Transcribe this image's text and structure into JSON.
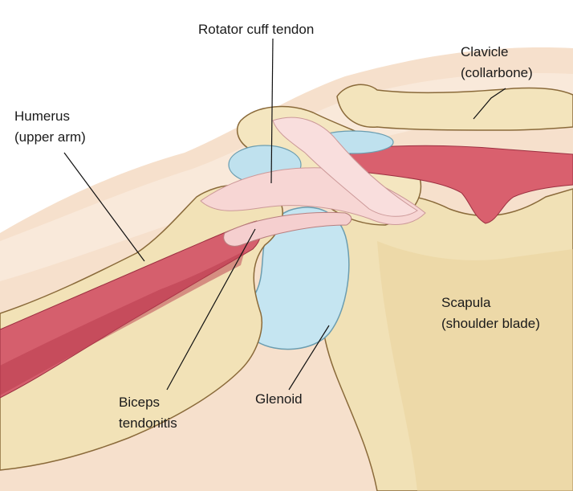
{
  "labels": {
    "rotator_cuff": "Rotator cuff tendon",
    "clavicle_line1": "Clavicle",
    "clavicle_line2": "(collarbone)",
    "humerus_line1": "Humerus",
    "humerus_line2": "(upper arm)",
    "scapula_line1": "Scapula",
    "scapula_line2": "(shoulder blade)",
    "biceps_line1": "Biceps",
    "biceps_line2": "tendonitis",
    "glenoid": "Glenoid"
  },
  "colors": {
    "skin": "#f4dcc6",
    "skin_light": "#fbeee2",
    "bone": "#f0e0b4",
    "bone_shadow": "#d9c28c",
    "muscle": "#d9606e",
    "muscle_dark": "#b8394b",
    "tendon": "#f6d3d2",
    "cartilage": "#bfe1ee",
    "outline": "#8a6a3a"
  }
}
